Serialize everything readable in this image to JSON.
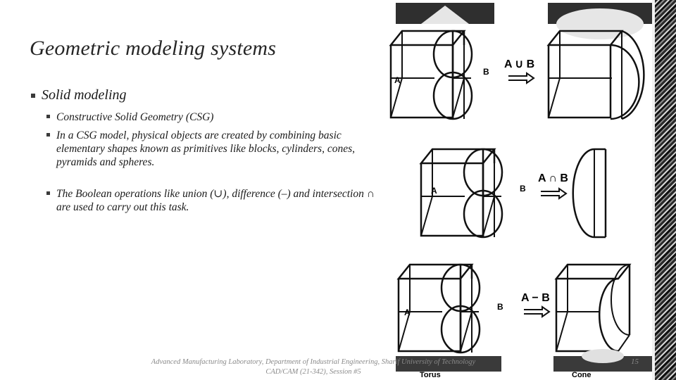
{
  "slide": {
    "title": "Geometric modeling systems",
    "bullets": {
      "level1": "Solid modeling",
      "sub": [
        "Constructive Solid Geometry (CSG)",
        "In a CSG model, physical objects are created by combining basic elementary shapes known as primitives like blocks, cylinders, cones, pyramids and spheres.",
        "The Boolean operations like union (∪), difference (–) and intersection ∩ are used to carry out this task."
      ]
    },
    "figure": {
      "label_a": "A",
      "label_b": "B",
      "union_label": "A ∪ B",
      "intersection_label": "A ∩ B",
      "difference_label": "A − B",
      "torus_label": "Torus",
      "cone_label": "Cone"
    },
    "footer": {
      "line1": "Advanced Manufacturing Laboratory, Department of Industrial Engineering, Sharif University of Technology",
      "line2": "CAD/CAM (21-342), Session #5",
      "page": "15"
    }
  }
}
